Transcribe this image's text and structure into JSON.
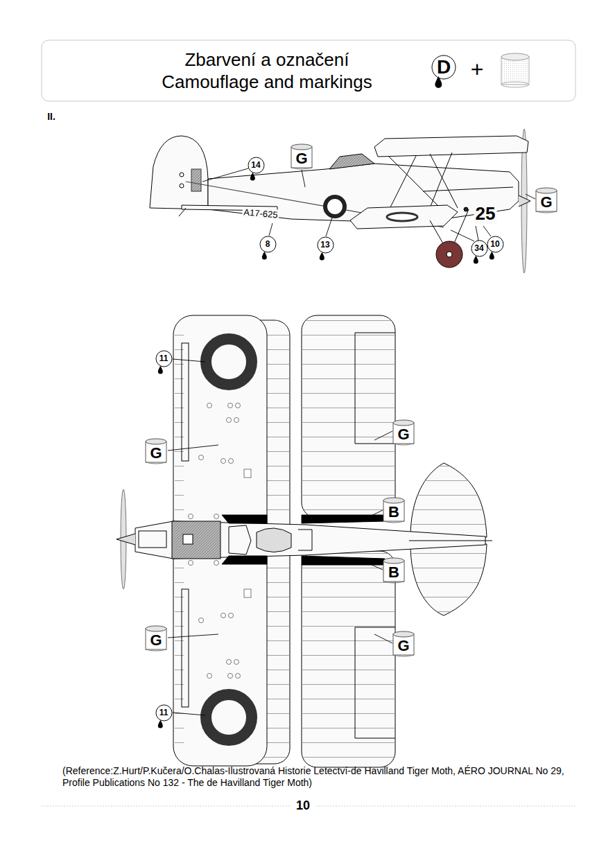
{
  "diagram": {
    "title": "Zbarvení a označení Camouflage and markings",
    "caption": "(Reference:Z.Hurt/P.Kučera/O.Chalas-Ilustrovaná Historie Letectví-de Havilland Tiger Moth, AÉRO JOURNAL No 29, Profile Publications No 132 - The de Havilland Tiger Moth)",
    "nodes": [
      {
        "text": [
          "D"
        ]
      },
      {
        "text": [
          "14"
        ]
      },
      {
        "text": [
          "G"
        ]
      },
      {
        "text": [
          "G"
        ]
      },
      {
        "text": [
          "8"
        ]
      },
      {
        "text": [
          "13"
        ]
      },
      {
        "text": [
          "34"
        ]
      },
      {
        "text": [
          "10"
        ]
      },
      {
        "text": [
          "11"
        ]
      },
      {
        "text": [
          "G"
        ]
      },
      {
        "text": [
          "G"
        ]
      },
      {
        "text": [
          "B"
        ]
      },
      {
        "text": [
          "B"
        ]
      },
      {
        "text": [
          "G"
        ]
      },
      {
        "text": [
          "G"
        ]
      },
      {
        "text": [
          "11"
        ]
      }
    ],
    "labels": [
      "+",
      "II.",
      "A17-625",
      "25",
      "10"
    ]
  }
}
